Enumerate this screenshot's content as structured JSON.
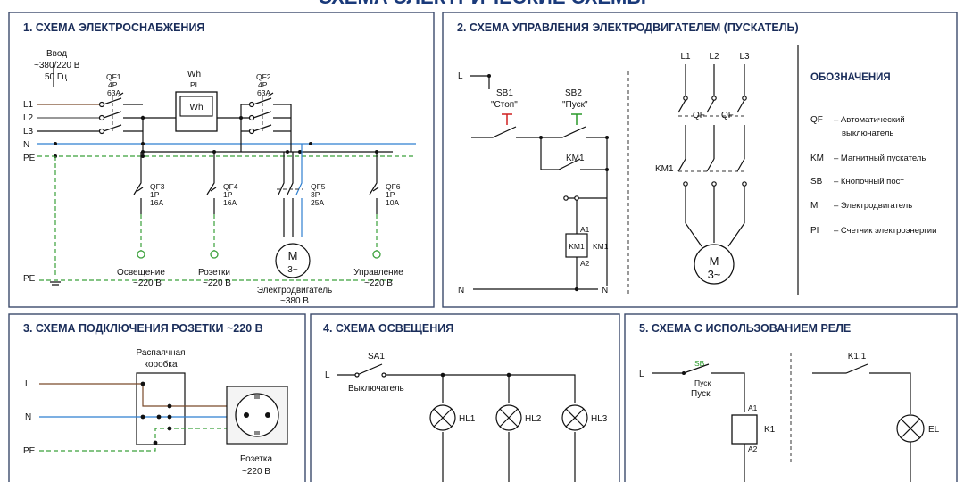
{
  "header": {
    "title": "СХЕМА ЭЛЕКТРИЧЕСКИЕ СХЕМЫ"
  },
  "panel1": {
    "title": "1. СХЕМА ЭЛЕКТРОСНАБЖЕНИЯ",
    "input_label": "Ввод",
    "input_voltage": "~380/220 В",
    "input_freq": "50 Гц",
    "lines": [
      "L1",
      "L2",
      "L3",
      "N",
      "PE"
    ],
    "pe_bottom": "PE",
    "qf1": {
      "name": "QF1",
      "poles": "4P",
      "current": "63A"
    },
    "qf2": {
      "name": "QF2",
      "poles": "4P",
      "current": "63A"
    },
    "meter": {
      "code": "Wh",
      "pi": "PI",
      "inner": "Wh"
    },
    "qf3": {
      "name": "QF3",
      "poles": "1P",
      "current": "16A"
    },
    "qf4": {
      "name": "QF4",
      "poles": "1P",
      "current": "16A"
    },
    "qf5": {
      "name": "QF5",
      "poles": "3P",
      "current": "25A"
    },
    "qf6": {
      "name": "QF6",
      "poles": "1P",
      "current": "10A"
    },
    "motor": {
      "m": "M",
      "phase": "3~"
    },
    "loads": {
      "light": "Освещение",
      "light_v": "~220 В",
      "socket": "Розетки",
      "socket_v": "~220 В",
      "motor": "Электродвигатель",
      "motor_v": "~380 В",
      "control": "Управление",
      "control_v": "~220 В"
    }
  },
  "panel2": {
    "title": "2. СХЕМА УПРАВЛЕНИЯ ЭЛЕКТРОДВИГАТЕЛЕМ (ПУСКАТЕЛЬ)",
    "l": "L",
    "n_left": "N",
    "n_right": "N",
    "sb1": "SB1",
    "sb1_name": "\"Стоп\"",
    "sb2": "SB2",
    "sb2_name": "\"Пуск\"",
    "km1_contact": "KM1",
    "a1": "A1",
    "a2": "A2",
    "coil": "KM1",
    "coil_side": "KM1",
    "phases": [
      "L1",
      "L2",
      "L3"
    ],
    "qf_left": "QF",
    "qf_right": "QF",
    "km1_power": "KM1",
    "motor": {
      "m": "M",
      "phase": "3~"
    }
  },
  "legend": {
    "title": "ОБОЗНАЧЕНИЯ",
    "items": [
      {
        "code": "QF",
        "desc1": "– Автоматический",
        "desc2": "выключатель"
      },
      {
        "code": "KM",
        "desc1": "– Магнитный пускатель",
        "desc2": ""
      },
      {
        "code": "SB",
        "desc1": "– Кнопочный пост",
        "desc2": ""
      },
      {
        "code": "M",
        "desc1": "– Электродвигатель",
        "desc2": ""
      },
      {
        "code": "PI",
        "desc1": "– Счетчик электроэнергии",
        "desc2": ""
      }
    ]
  },
  "panel3": {
    "title": "3. СХЕМА ПОДКЛЮЧЕНИЯ РОЗЕТКИ ~220 В",
    "box1": "Распаячная",
    "box2": "коробка",
    "lines": [
      "L",
      "N",
      "PE"
    ],
    "socket": "Розетка",
    "socket_v": "~220 В"
  },
  "panel4": {
    "title": "4. СХЕМА ОСВЕЩЕНИЯ",
    "l": "L",
    "sa1": "SA1",
    "switch": "Выключатель",
    "lamps": [
      "HL1",
      "HL2",
      "HL3"
    ]
  },
  "panel5": {
    "title": "5. СХЕМА С ИСПОЛЬЗОВАНИЕМ РЕЛЕ",
    "l": "L",
    "sb": "SB",
    "push": "Пуск",
    "a1": "A1",
    "a2": "A2",
    "k1": "K1",
    "k11": "K1.1",
    "el": "EL"
  },
  "colors": {
    "frame": "#3b4a6b",
    "title": "#1a2d5a",
    "n_wire": "#2f7fd0",
    "pe_wire": "#3aa03a",
    "l_wire": "#7a4a2a",
    "stop_red": "#d02020",
    "start_green": "#2a9a2a"
  }
}
